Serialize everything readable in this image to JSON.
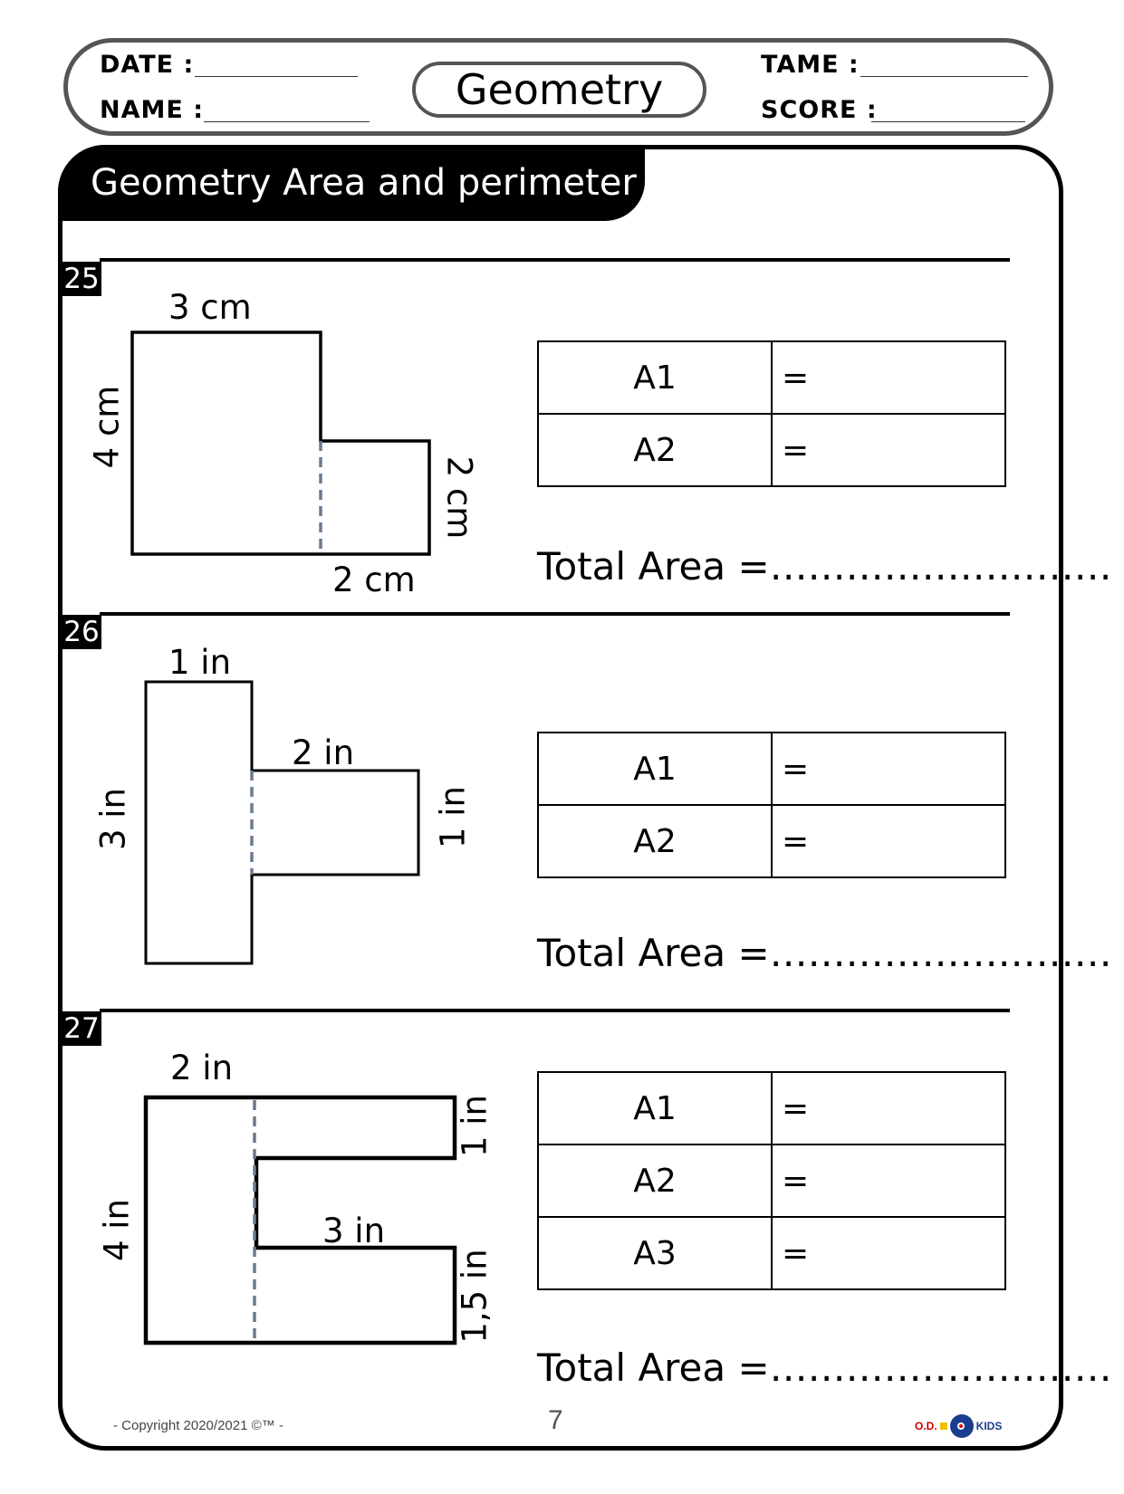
{
  "header": {
    "date_label": "DATE :",
    "name_label": "NAME :",
    "title": "Geometry",
    "tame_label": "TAME :",
    "score_label": "SCORE :"
  },
  "banner": {
    "title": "Geometry Area and perimeter"
  },
  "problems": [
    {
      "number": "25",
      "dims": {
        "top": "3 cm",
        "left": "4 cm",
        "right": "2 cm",
        "bottom": "2 cm"
      },
      "rows": [
        {
          "label": "A1",
          "value": "="
        },
        {
          "label": "A2",
          "value": "="
        }
      ],
      "total": "Total Area =………………………"
    },
    {
      "number": "26",
      "dims": {
        "top": "1 in",
        "left": "3 in",
        "middle": "2 in",
        "right": "1 in"
      },
      "rows": [
        {
          "label": "A1",
          "value": "="
        },
        {
          "label": "A2",
          "value": "="
        }
      ],
      "total": "Total Area =………………………"
    },
    {
      "number": "27",
      "dims": {
        "top": "2 in",
        "left": "4 in",
        "middle": "3 in",
        "right_top": "1 in",
        "right_bottom": "1,5 in"
      },
      "rows": [
        {
          "label": "A1",
          "value": "="
        },
        {
          "label": "A2",
          "value": "="
        },
        {
          "label": "A3",
          "value": "="
        }
      ],
      "total": "Total Area =………………………"
    }
  ],
  "footer": {
    "copyright": "- Copyright 2020/2021 ©™ -",
    "page": "7",
    "logo_text_left": "O.D.",
    "logo_text_right": "KIDS"
  },
  "colors": {
    "dashed": "#6b7a8f",
    "header_border": "#555555"
  }
}
